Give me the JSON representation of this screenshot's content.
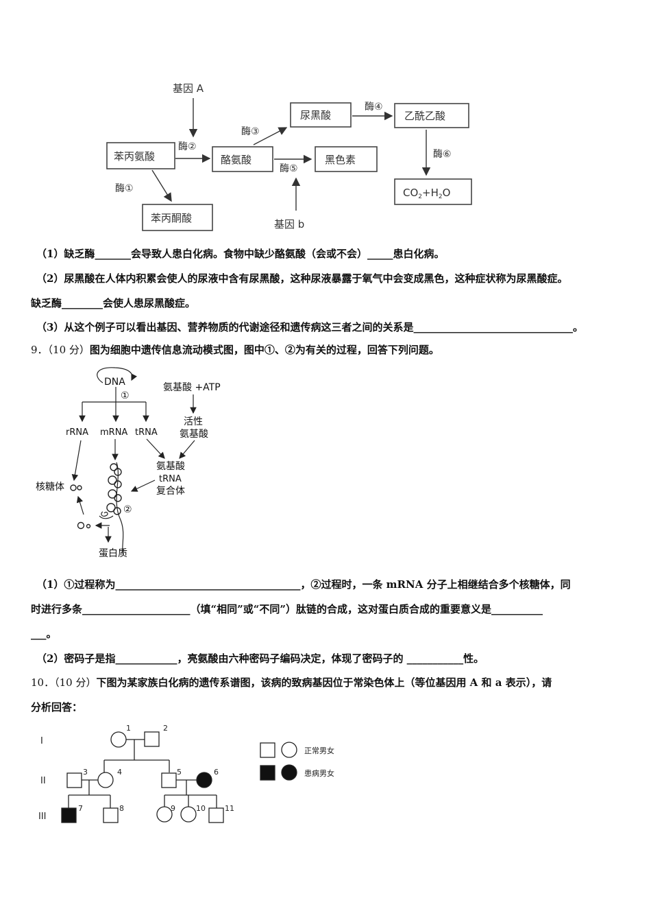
{
  "diagram1": {
    "gene_a": "基因 A",
    "gene_b": "基因 b",
    "phe": "苯丙氨酸",
    "pyruvate": "苯丙酮酸",
    "tyr": "酪氨酸",
    "homo": "尿黑酸",
    "acetoacetic": "乙酰乙酸",
    "melanin": "黑色素",
    "co2h2o_1": "CO",
    "co2h2o_2": "2",
    "co2h2o_3": "+H",
    "co2h2o_4": "2",
    "co2h2o_5": "O",
    "enz1": "酶①",
    "enz2": "酶②",
    "enz3": "酶③",
    "enz4": "酶④",
    "enz5": "酶⑤",
    "enz6": "酶⑥"
  },
  "q8": {
    "l1": "（1）缺乏酶_______会导致人患白化病。食物中缺少酪氨酸（会或不会）_____患白化病。",
    "l2": "（2）尿黑酸在人体内积累会使人的尿液中含有尿黑酸，这种尿液暴露于氧气中会变成黑色，这种症状称为尿黑酸症。",
    "l3": "缺乏酶________会使人患尿黑酸症。",
    "l4": "（3）从这个例子可以看出基因、营养物质的代谢途径和遗传病这三者之间的关系是_______________________________。"
  },
  "q9": {
    "num": "9．（10 分）",
    "stem": "图为细胞中遗传信息流动模式图，图中①、②为有关的过程，回答下列问题。",
    "l1": "（1）①过程称为____________________________________，②过程时，一条 mRNA 分子上相继结合多个核糖体，同",
    "l2": "时进行多条_____________________（填“相同”或“不同”）肽链的合成，这对蛋白质合成的重要意义是__________",
    "l3": "___。",
    "l4": "（2）密码子是指____________，亮氨酸由六种密码子编码决定，体现了密码子的 ___________性。"
  },
  "diagram2": {
    "dna": "DNA",
    "c1": "①",
    "c2": "②",
    "aa_atp": "氨基酸 +ATP",
    "active1": "活性",
    "active2": "氨基酸",
    "rrna": "rRNA",
    "mrna": "mRNA",
    "trna": "tRNA",
    "complex1": "氨基酸",
    "complex2": "tRNA",
    "complex3": "复合体",
    "ribosome": "核糖体",
    "protein": "蛋白质"
  },
  "q10": {
    "num": "10．（10 分）",
    "stem": "下图为某家族白化病的遗传系谱图，该病的致病基因位于常染色体上（等位基因用 A 和 a 表示），请",
    "stem2": "分析回答："
  },
  "pedigree": {
    "gen1": "I",
    "gen2": "II",
    "gen3": "III",
    "n1": "1",
    "n2": "2",
    "n3": "3",
    "n4": "4",
    "n5": "5",
    "n6": "6",
    "n7": "7",
    "n8": "8",
    "n9": "9",
    "n10": "10",
    "n11": "11",
    "legend_normal": "正常男女",
    "legend_affected": "患病男女"
  }
}
